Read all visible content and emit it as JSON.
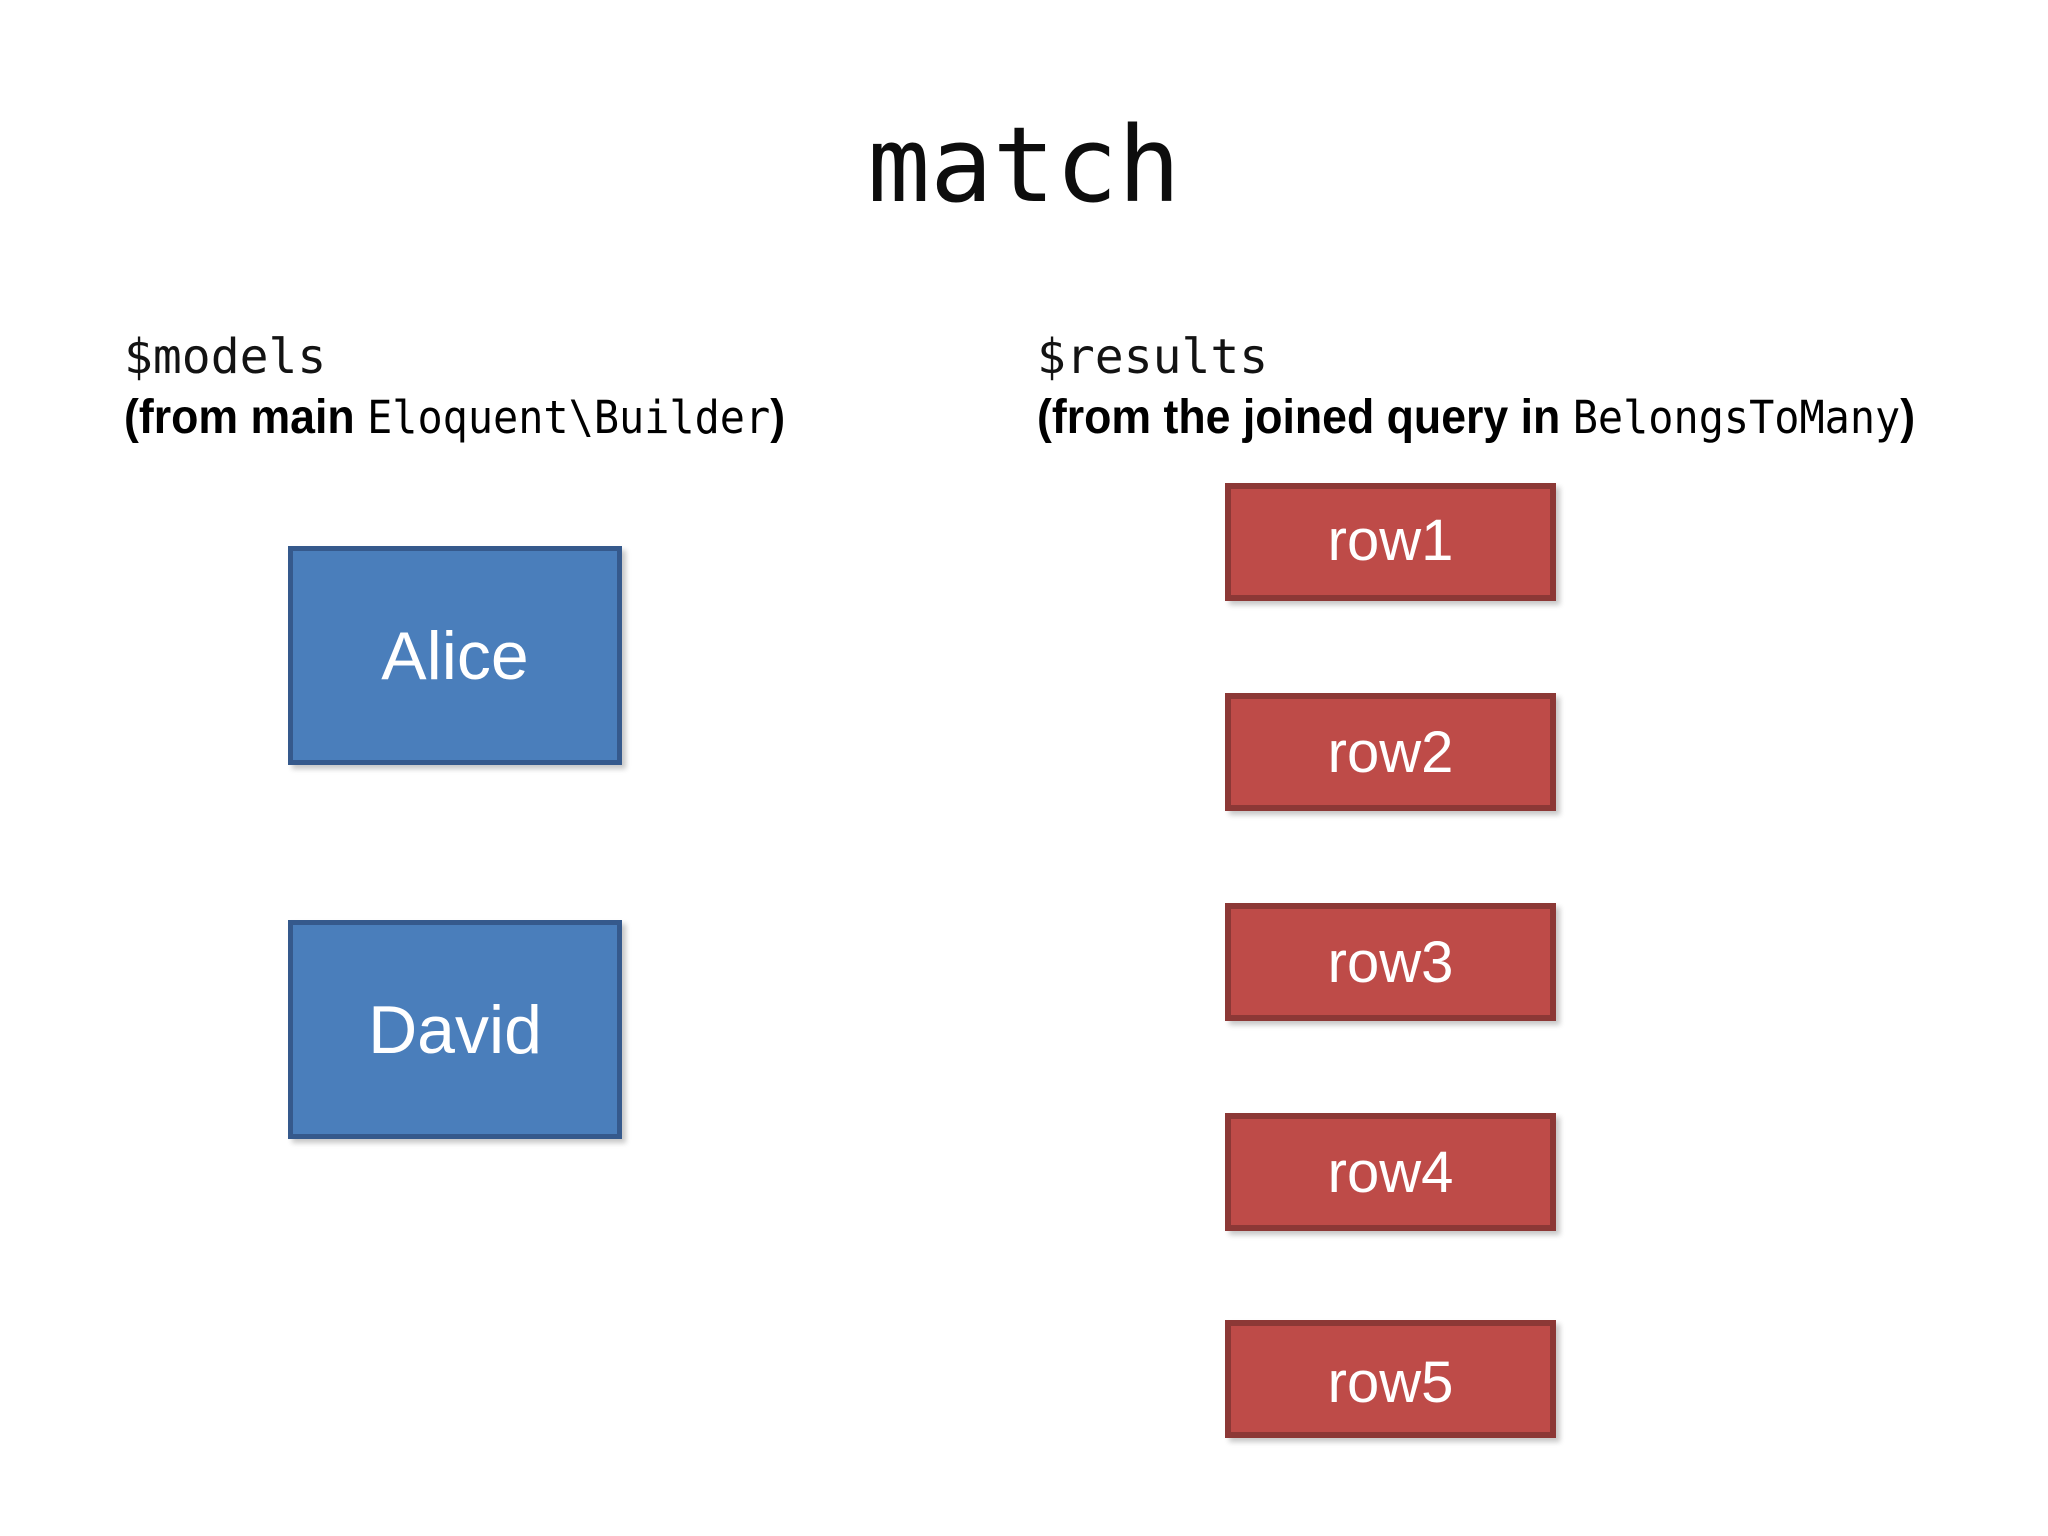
{
  "slide": {
    "title": "match",
    "background_color": "#ffffff"
  },
  "columns": {
    "left": {
      "variable": "$models",
      "source_prefix": "(from main ",
      "source_code": "Eloquent\\Builder",
      "source_suffix": ")"
    },
    "right": {
      "variable": "$results",
      "source_prefix": "(from the joined query in ",
      "source_code": "BelongsToMany",
      "source_suffix": ")"
    }
  },
  "models": {
    "fill_color": "#4A7EBB",
    "border_color": "#35598C",
    "items": [
      {
        "label": "Alice"
      },
      {
        "label": "David"
      }
    ]
  },
  "results": {
    "fill_color": "#BE4B48",
    "border_color": "#8C3836",
    "items": [
      {
        "label": "row1"
      },
      {
        "label": "row2"
      },
      {
        "label": "row3"
      },
      {
        "label": "row4"
      },
      {
        "label": "row5"
      }
    ]
  }
}
